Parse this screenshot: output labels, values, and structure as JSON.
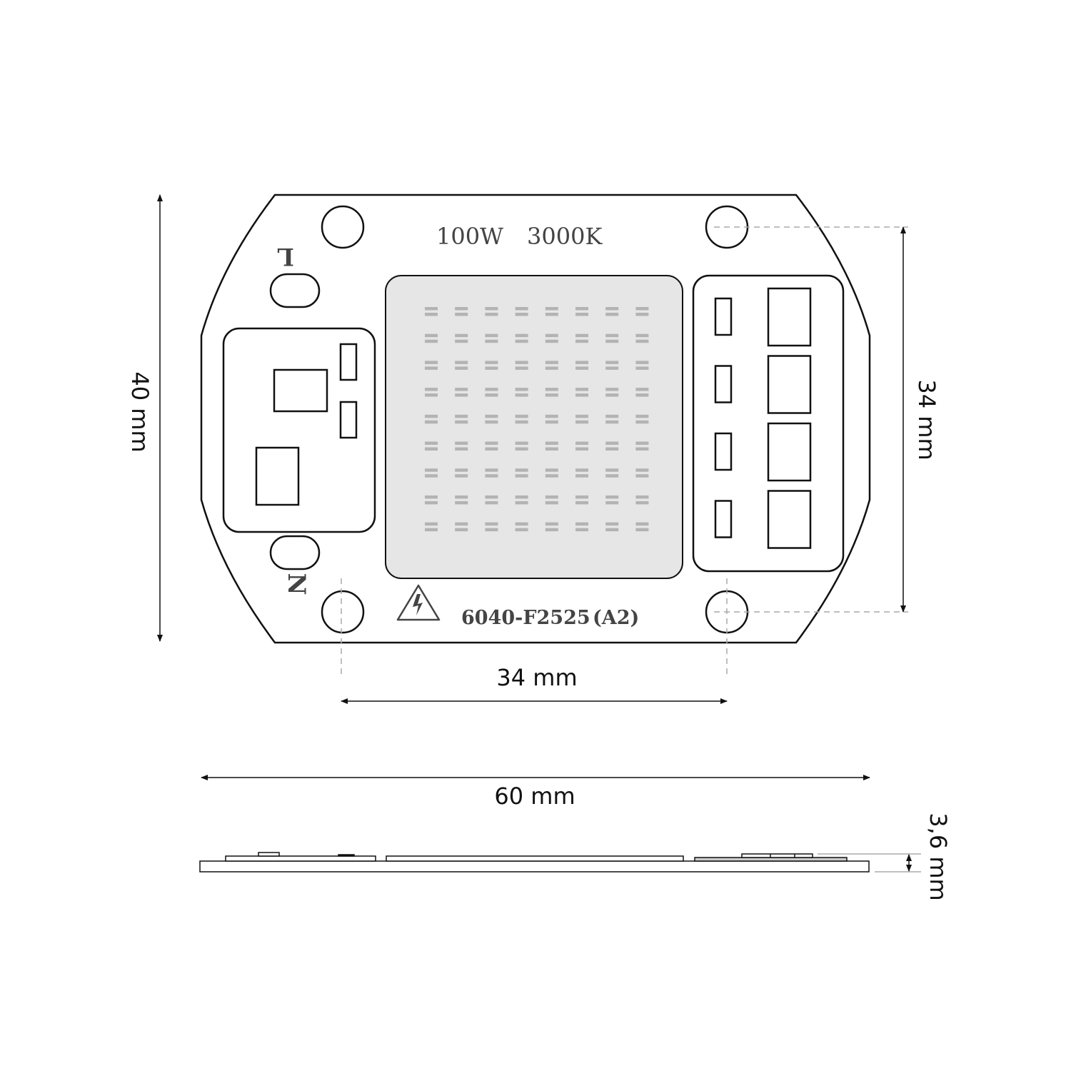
{
  "board": {
    "power_label": "100W",
    "color_temp_label": "3000K",
    "model_label": "6040-F2525",
    "revision_label": "(A2)",
    "terminal_l": "L",
    "terminal_n": "N"
  },
  "dimensions": {
    "height": "40 mm",
    "hole_spacing_vertical": "34 mm",
    "hole_spacing_horizontal": "34 mm",
    "width": "60 mm",
    "thickness": "3,6 mm"
  },
  "led_grid": {
    "columns": 8,
    "rows": 9
  },
  "colors": {
    "outline": "#111111",
    "led_area": "#e6e6e6",
    "led": "#b3b3b3",
    "guide": "#aaaaaa",
    "text": "#444444"
  }
}
